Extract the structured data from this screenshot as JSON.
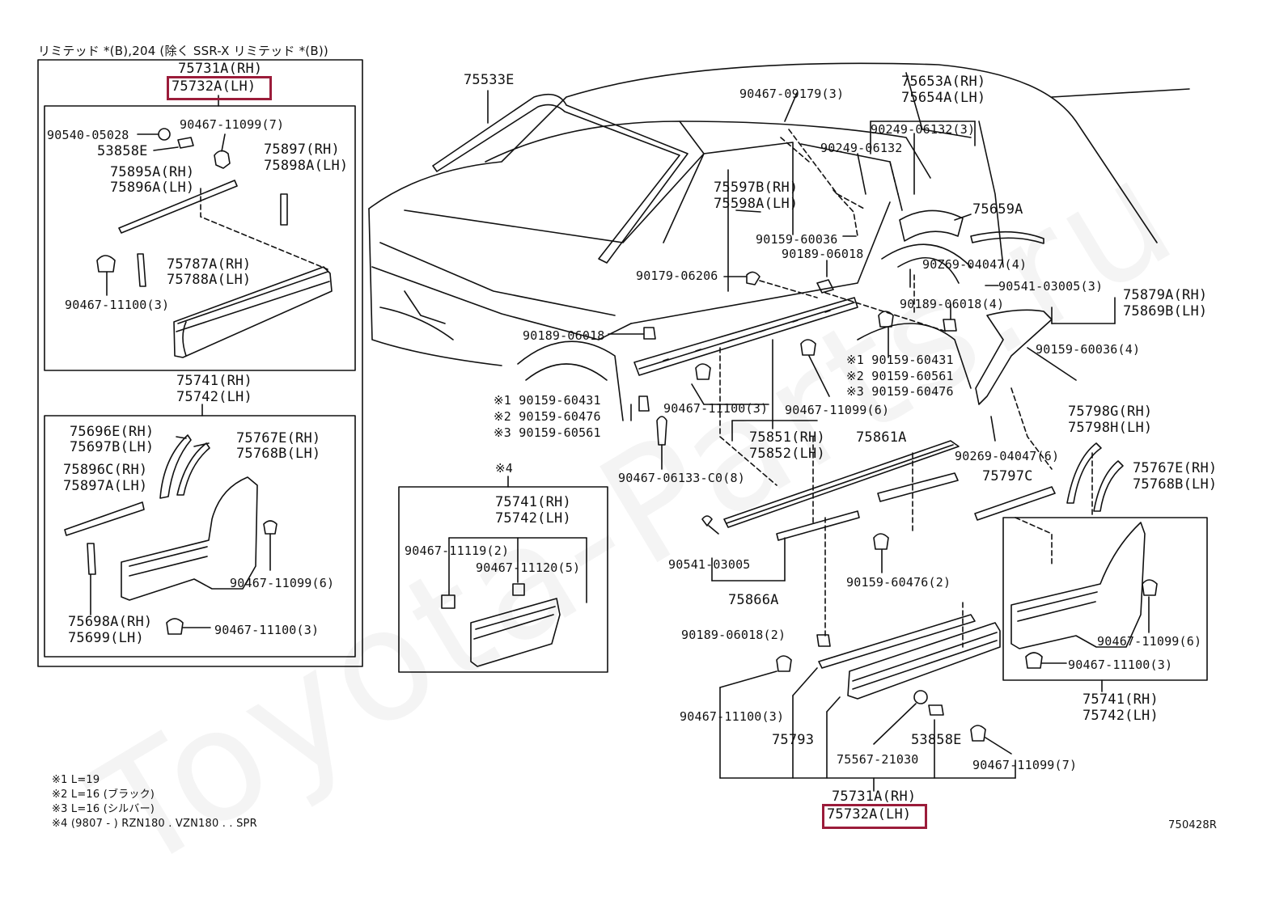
{
  "header_note": "リミテッド *(B),204 (除く SSR-X リミテッド *(B))",
  "watermark": "Toyota-Parts.ru",
  "diagram_code": "750428R",
  "notes": [
    "※1 L=19",
    "※2 L=16 (ブラック)",
    "※3 L=16 (シルバー)",
    "※4 (9807 -        ) RZN180 . VZN180 . . SPR"
  ],
  "left_panel": {
    "top_rh": "75731A(RH)",
    "top_lh": "75732A(LH)",
    "p1": "90540-05028",
    "p2": "90467-11099(7)",
    "p3": "53858E",
    "p4_rh": "75897(RH)",
    "p4_lh": "75898A(LH)",
    "p5_rh": "75895A(RH)",
    "p5_lh": "75896A(LH)",
    "p6_rh": "75787A(RH)",
    "p6_lh": "75788A(LH)",
    "p7": "90467-11100(3)",
    "mid_rh": "75741(RH)",
    "mid_lh": "75742(LH)",
    "q1_rh": "75696E(RH)",
    "q1_lh": "75697B(LH)",
    "q2_rh": "75767E(RH)",
    "q2_lh": "75768B(LH)",
    "q3_rh": "75896C(RH)",
    "q3_lh": "75897A(LH)",
    "q4": "90467-11099(6)",
    "q5_rh": "75698A(RH)",
    "q5_lh": "75699(LH)",
    "q6": "90467-11100(3)"
  },
  "inset_box": {
    "note": "※4",
    "title_rh": "75741(RH)",
    "title_lh": "75742(LH)",
    "a": "90467-11119(2)",
    "b": "90467-11120(5)"
  },
  "main": {
    "p75533E": "75533E",
    "p09179": "90467-09179(3)",
    "p75653": "75653A(RH)",
    "p75654": "75654A(LH)",
    "p06132_3": "90249-06132(3)",
    "p06132": "90249-06132",
    "p75597": "75597B(RH)",
    "p75598": "75598A(LH)",
    "p75659": "75659A",
    "p60036": "90159-60036",
    "p06018a": "90189-06018",
    "p04047_4": "90Z69-04047(4)",
    "p06206": "90179-06206",
    "p03005_3": "90541-03005(3)",
    "p75879": "75879A(RH)",
    "p75869": "75869B(LH)",
    "p06018_4": "90189-06018(4)",
    "p06018b": "90189-06018",
    "r1": "※1 90159-60431",
    "r2": "※2 90159-60561",
    "r3": "※3 90159-60476",
    "p60036_4": "90159-60036(4)",
    "l1": "※1 90159-60431",
    "l2": "※2 90159-60476",
    "l3": "※3 90159-60561",
    "p11100_3a": "90467-11100(3)",
    "p11099_6a": "90467-11099(6)",
    "p75851": "75851(RH)",
    "p75852": "75852(LH)",
    "p75861": "75861A",
    "p75798g": "75798G(RH)",
    "p75798h": "75798H(LH)",
    "p04047_6": "90269-04047(6)",
    "p06133": "90467-06133-C0(8)",
    "p75797": "75797C",
    "p75767e": "75767E(RH)",
    "p75768b": "75768B(LH)",
    "p03005": "90541-03005",
    "p60476_2": "90159-60476(2)",
    "p75866": "75866A",
    "p06018_2": "90189-06018(2)",
    "p11099_6b": "90467-11099(6)",
    "p11100_3b": "90467-11100(3)",
    "p75741": "75741(RH)",
    "p75742": "75742(LH)",
    "p11100_3c": "90467-11100(3)",
    "p75793": "75793",
    "p53858": "53858E",
    "p21030": "75567-21030",
    "p11099_7": "90467-11099(7)",
    "bot_rh": "75731A(RH)",
    "bot_lh": "75732A(LH)"
  }
}
